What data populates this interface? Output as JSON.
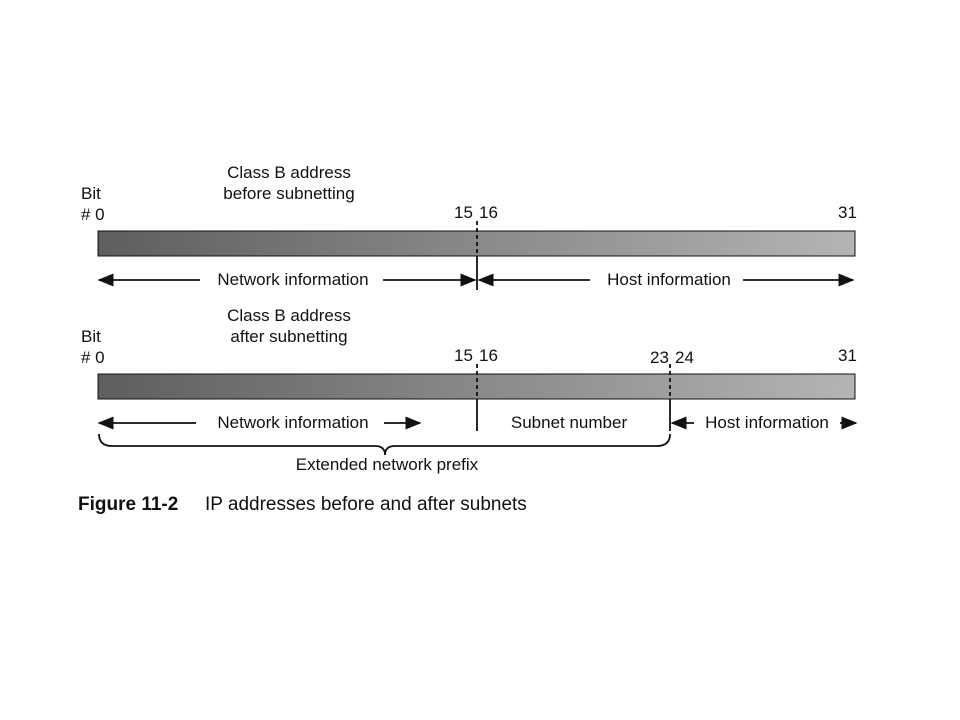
{
  "colors": {
    "bar_dark": "#5e5e5e",
    "bar_light": "#b4b4b4",
    "ink": "#111111"
  },
  "top": {
    "title_line1": "Class B address",
    "title_line2": "before subnetting",
    "bit_label": "Bit",
    "bit_0": "# 0",
    "bit_15": "15",
    "bit_16": "16",
    "bit_31": "31",
    "network_label": "Network information",
    "host_label": "Host information"
  },
  "bottom": {
    "title_line1": "Class B address",
    "title_line2": "after subnetting",
    "bit_label": "Bit",
    "bit_0": "# 0",
    "bit_15": "15",
    "bit_16": "16",
    "bit_23": "23",
    "bit_24": "24",
    "bit_31": "31",
    "network_label": "Network information",
    "subnet_label": "Subnet number",
    "host_label": "Host information",
    "prefix_label": "Extended network prefix"
  },
  "caption": {
    "number": "Figure 11-2",
    "text": "IP addresses before and after subnets"
  }
}
